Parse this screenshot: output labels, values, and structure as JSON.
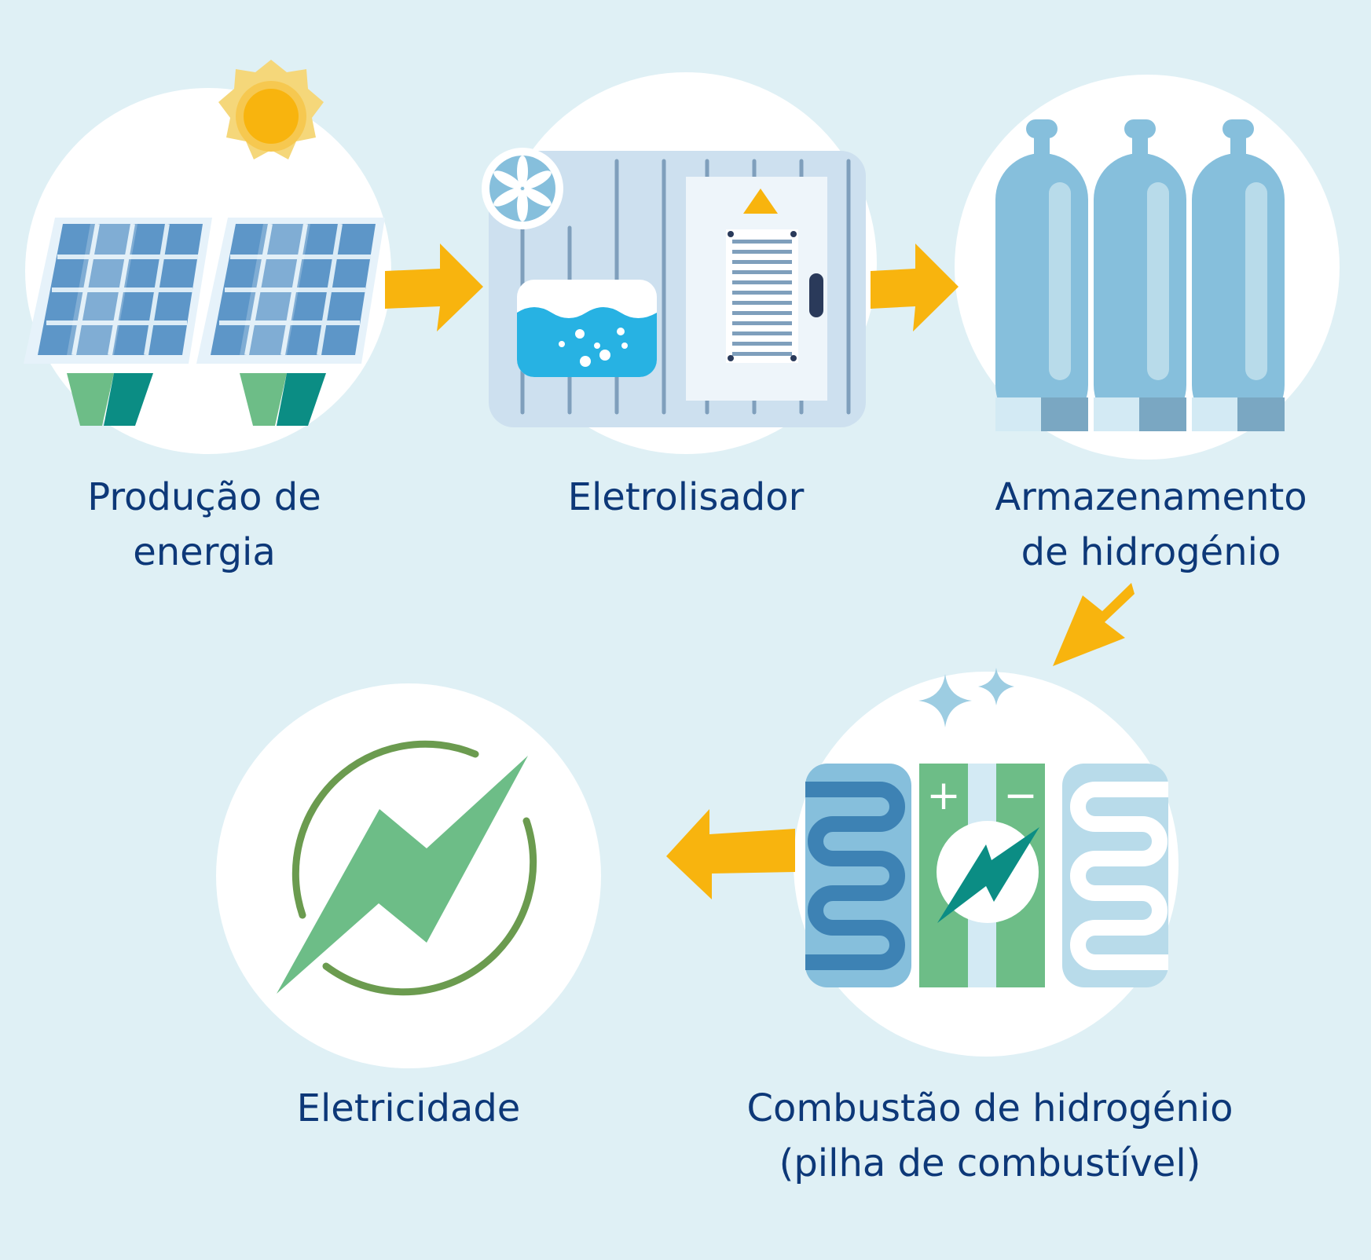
{
  "colors": {
    "background": "#dff0f5",
    "circle": "#ffffff",
    "arrow": "#f8b40e",
    "text": "#0d3878",
    "panel_blue": "#5d96c8",
    "tank_blue": "#86bfdc",
    "green": "#6dbd87",
    "teal": "#0b8d84",
    "water": "#27b2e3",
    "sun": "#f8b40e"
  },
  "steps": [
    {
      "id": "energy_production",
      "icon": "solar-panel-icon",
      "label_lines": [
        "Produção de",
        "energia"
      ]
    },
    {
      "id": "electrolyser",
      "icon": "electrolyser-icon",
      "label_lines": [
        "Eletrolisador"
      ]
    },
    {
      "id": "hydrogen_storage",
      "icon": "hydrogen-tank-icon",
      "label_lines": [
        "Armazenamento",
        "de hidrogénio"
      ]
    },
    {
      "id": "hydrogen_combustion",
      "icon": "fuel-cell-icon",
      "label_lines": [
        "Combustão de hidrogénio",
        "(pilha de combustível)"
      ]
    },
    {
      "id": "electricity",
      "icon": "lightning-bolt-icon",
      "label_lines": [
        "Eletricidade"
      ]
    }
  ],
  "fuel_cell": {
    "plus_sign": "+",
    "minus_sign": "−"
  },
  "flow": [
    {
      "from": "energy_production",
      "to": "electrolyser"
    },
    {
      "from": "electrolyser",
      "to": "hydrogen_storage"
    },
    {
      "from": "hydrogen_storage",
      "to": "hydrogen_combustion"
    },
    {
      "from": "hydrogen_combustion",
      "to": "electricity"
    }
  ]
}
